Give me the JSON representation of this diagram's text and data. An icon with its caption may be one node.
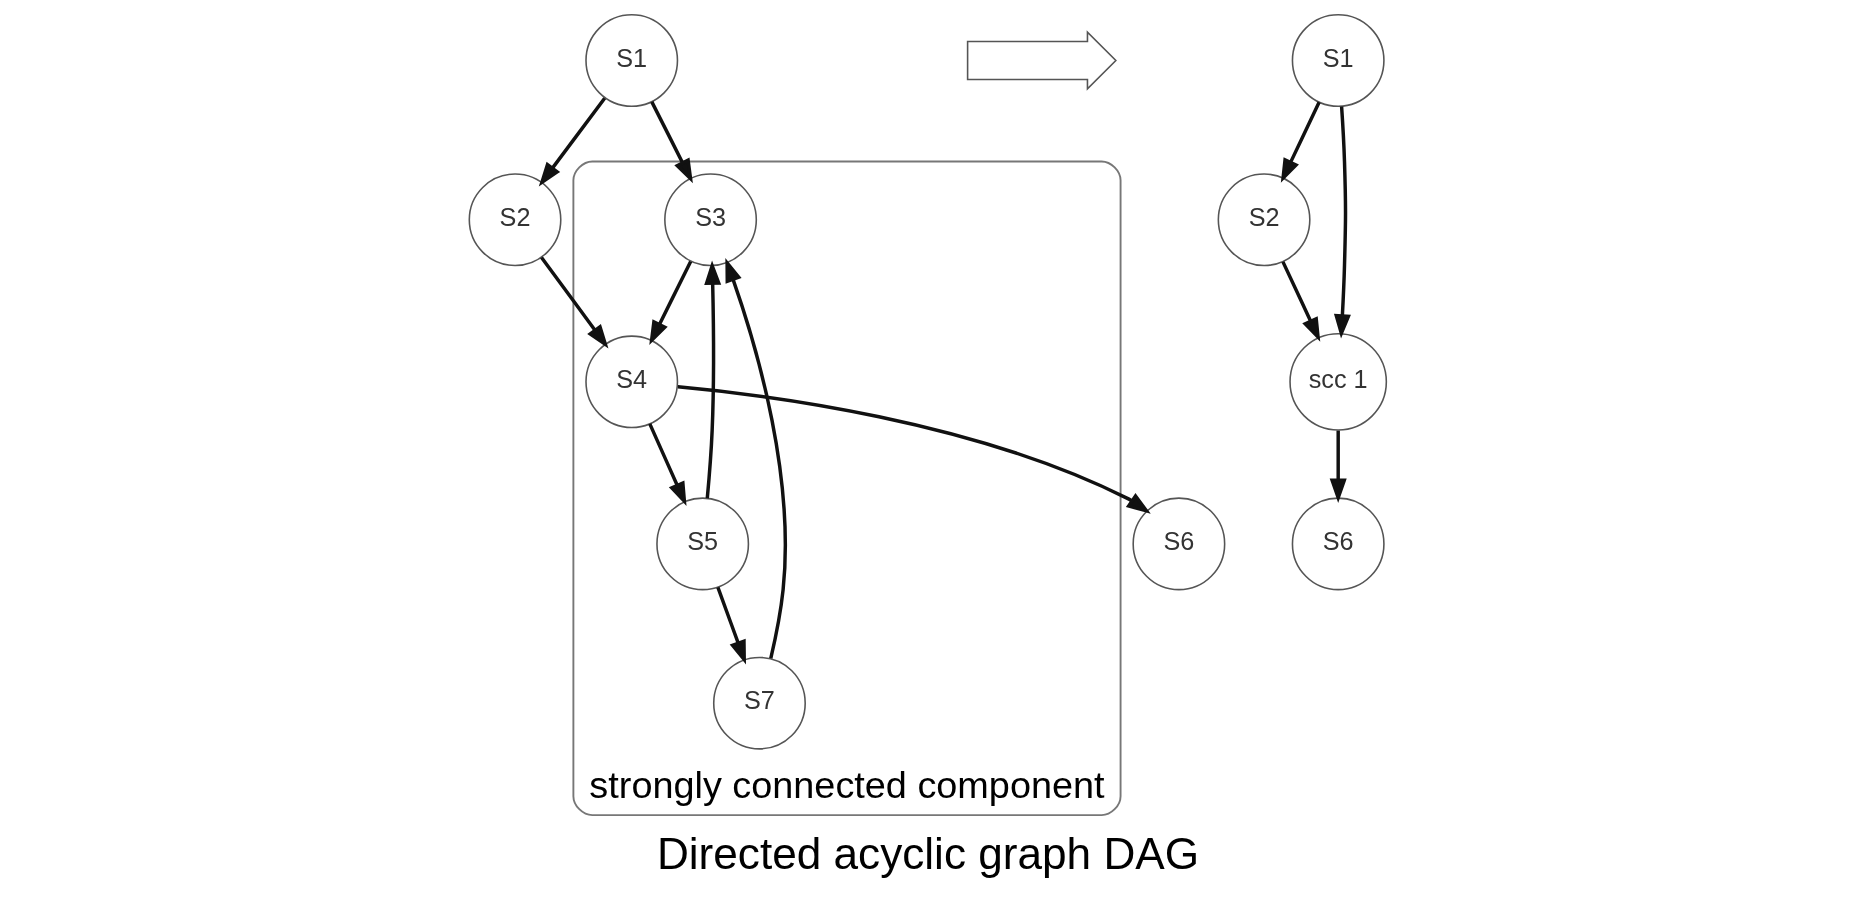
{
  "diagram": {
    "caption": "Directed acyclic graph DAG",
    "nodes": [
      {
        "text": [
          "S1"
        ]
      },
      {
        "text": [
          "S2"
        ]
      },
      {
        "text": [
          "strongly connected component"
        ]
      },
      {
        "text": [
          "S3"
        ],
        "in": 2
      },
      {
        "text": [
          "S4"
        ],
        "in": 2
      },
      {
        "text": [
          "S5"
        ],
        "in": 2
      },
      {
        "text": [
          "S7"
        ],
        "in": 2
      },
      {
        "text": [
          "S6"
        ]
      },
      {
        "text": [],
        "shape": "arrow"
      },
      {
        "text": [
          "S1"
        ]
      },
      {
        "text": [
          "S2"
        ]
      },
      {
        "text": [
          "scc 1"
        ]
      },
      {
        "text": [
          "S6"
        ]
      }
    ],
    "edges": [
      {
        "from": 0,
        "to": 1,
        "arrow": "to"
      },
      {
        "from": 0,
        "to": 3,
        "arrow": "to"
      },
      {
        "from": 1,
        "to": 4,
        "arrow": "to"
      },
      {
        "from": 3,
        "to": 4,
        "arrow": "to"
      },
      {
        "from": 4,
        "to": 5,
        "arrow": "to"
      },
      {
        "from": 5,
        "to": 3,
        "arrow": "to"
      },
      {
        "from": 5,
        "to": 6,
        "arrow": "to"
      },
      {
        "from": 6,
        "to": 3,
        "arrow": "to"
      },
      {
        "from": 4,
        "to": 7,
        "arrow": "to"
      },
      {
        "from": 9,
        "to": 10,
        "arrow": "to"
      },
      {
        "from": 9,
        "to": 11,
        "arrow": "to"
      },
      {
        "from": 10,
        "to": 11,
        "arrow": "to"
      },
      {
        "from": 11,
        "to": 12,
        "arrow": "to"
      }
    ]
  }
}
